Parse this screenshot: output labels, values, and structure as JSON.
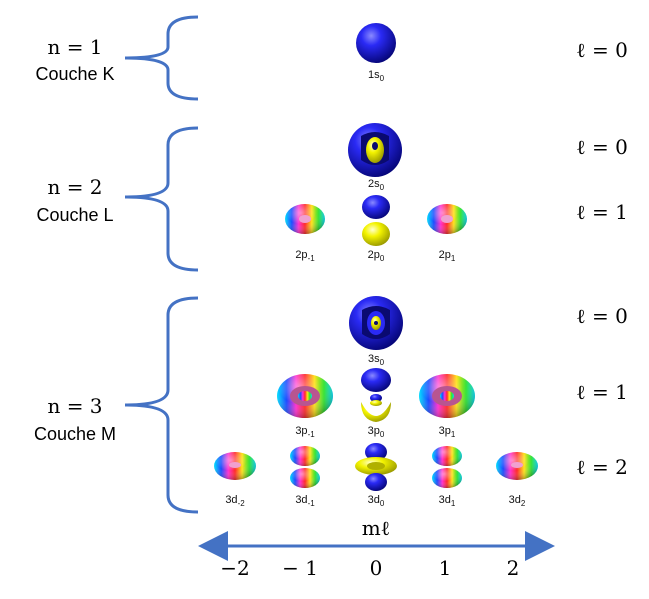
{
  "shells": [
    {
      "n_text": "n = 1",
      "name": "Couche K"
    },
    {
      "n_text": "n = 2",
      "name": "Couche L"
    },
    {
      "n_text": "n = 3",
      "name": "Couche M"
    }
  ],
  "ell_labels": [
    "ℓ = 0",
    "ℓ = 0",
    "ℓ = 1",
    "ℓ = 0",
    "ℓ = 1",
    "ℓ = 2"
  ],
  "orbitals": [
    {
      "base": "1s",
      "sub": "0"
    },
    {
      "base": "2s",
      "sub": "0"
    },
    {
      "base": "2p",
      "sub": "-1"
    },
    {
      "base": "2p",
      "sub": "0"
    },
    {
      "base": "2p",
      "sub": "1"
    },
    {
      "base": "3s",
      "sub": "0"
    },
    {
      "base": "3p",
      "sub": "-1"
    },
    {
      "base": "3p",
      "sub": "0"
    },
    {
      "base": "3p",
      "sub": "1"
    },
    {
      "base": "3d",
      "sub": "-2"
    },
    {
      "base": "3d",
      "sub": "-1"
    },
    {
      "base": "3d",
      "sub": "0"
    },
    {
      "base": "3d",
      "sub": "1"
    },
    {
      "base": "3d",
      "sub": "2"
    }
  ],
  "axis": {
    "label": "mℓ",
    "ticks": [
      "−2",
      "− 1",
      "0",
      "1",
      "2"
    ]
  },
  "colors": {
    "brace": "#4472C4",
    "arrow": "#4472C4",
    "lobe_blue": "#1010e0",
    "lobe_yellow": "#f2f20a"
  }
}
